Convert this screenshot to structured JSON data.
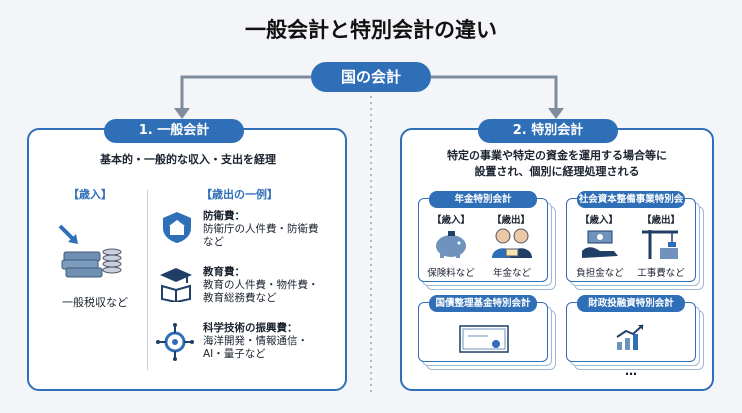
{
  "title": "一般会計と特別会計の違い",
  "root": "国の会計",
  "general": {
    "heading": "1. 一般会計",
    "description": "基本的・一般的な収入・支出を経理",
    "revenue_label": "【歳入】",
    "revenue_caption": "一般税収など",
    "expenditure_label": "【歳出の一例】",
    "items": [
      {
        "title": "防衛費：",
        "lines": [
          "防衛庁の人件費・防衛費",
          "など"
        ],
        "icon": "shield-icon"
      },
      {
        "title": "教育費：",
        "lines": [
          "教育の人件費・物件費・",
          "教育総務費など"
        ],
        "icon": "graduation-book-icon"
      },
      {
        "title": "科学技術の振興費：",
        "lines": [
          "海洋開発・情報通信・",
          "AI・量子など"
        ],
        "icon": "circuit-icon"
      }
    ]
  },
  "special": {
    "heading": "2. 特別会計",
    "description_1": "特定の事業や特定の資金を運用する場合等に",
    "description_2": "設置され、個別に経理処理される",
    "cards": [
      {
        "title": "年金特別会計",
        "left_label": "【歳入】",
        "right_label": "【歳出】",
        "left_caption": "保険料など",
        "right_caption": "年金など"
      },
      {
        "title": "社会資本整備事業特別会計",
        "left_label": "【歳入】",
        "right_label": "【歳出】",
        "left_caption": "負担金など",
        "right_caption": "工事費など"
      },
      {
        "title": "国債整理基金特別会計"
      },
      {
        "title": "財政投融資特別会計"
      }
    ],
    "more": "…"
  },
  "colors": {
    "accent": "#2f6fb7",
    "panel_border": "#2f6fb7",
    "background": "#f3f5f8"
  }
}
